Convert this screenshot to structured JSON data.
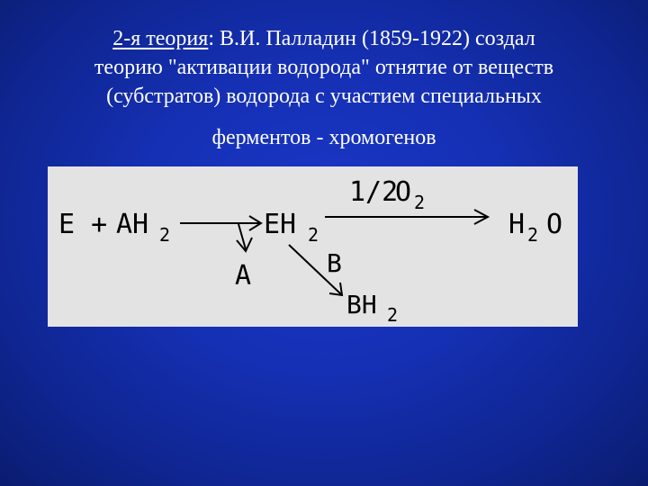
{
  "slide": {
    "theory_label": "2-я теория",
    "theory_colon": ": ",
    "line1_rest": "В.И. Палладин (1859-1922) создал",
    "line2": "теорию \"активации водорода\" отнятие от веществ",
    "line3": "(субстратов) водорода с участием специальных",
    "line4": "ферментов - хромогенов"
  },
  "diagram": {
    "e_plus": "E +",
    "ah": "AH",
    "sub2": "2",
    "eh": "EH",
    "half": "1/2",
    "o": "O",
    "h": "H",
    "o_end": "O",
    "a": "A",
    "b": "B",
    "bh": "BH"
  },
  "colors": {
    "background": "#1530b4",
    "text": "#ffffff",
    "diagram_bg": "#e3e3e3",
    "diagram_ink": "#000000"
  }
}
